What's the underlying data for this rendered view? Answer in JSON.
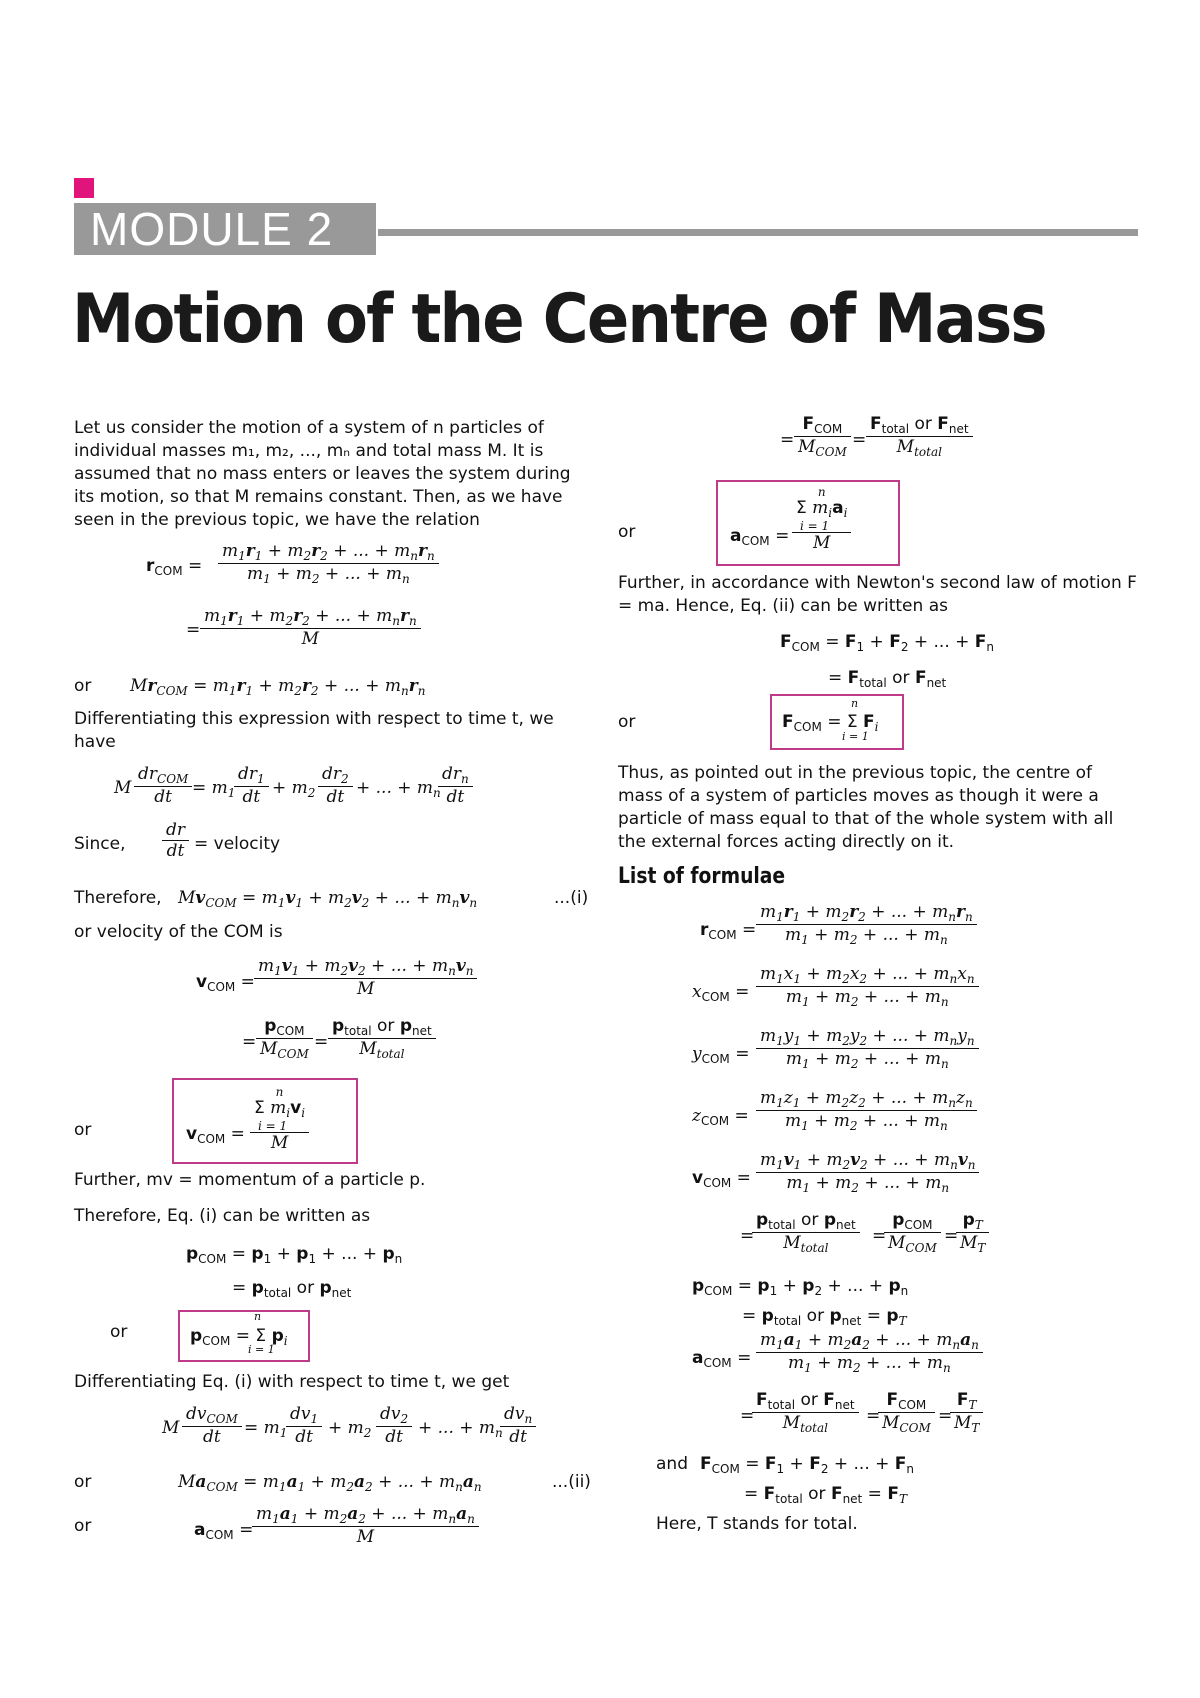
{
  "header": {
    "module": "MODULE 2",
    "title": "Motion of the Centre of Mass"
  },
  "left": {
    "intro": "Let us consider the motion of a system of n particles of individual masses m₁, m₂, ..., mₙ and total mass M. It is assumed that no mass enters or leaves the system during its motion, so that M remains constant. Then, as we have seen in the previous topic, we have the relation",
    "or": "or",
    "diff_text": "Differentiating this expression with respect to time t, we have",
    "since": "Since,",
    "velocity": "= velocity",
    "therefore": "Therefore,",
    "eq_i": "...(i)",
    "vcom_text": "or velocity of the COM is",
    "further_mv": "Further, mv = momentum of a particle p.",
    "therefore_eq": "Therefore, Eq. (i) can be written as",
    "diff_eq_i": "Differentiating Eq. (i) with respect to time t, we get",
    "eq_ii": "...(ii)"
  },
  "right": {
    "or": "or",
    "newton": "Further, in accordance with Newton's second law of motion F = ma. Hence, Eq. (ii) can be written as",
    "thus": "Thus, as pointed out in the previous topic, the centre of mass of a system of particles moves as though it were a particle of mass equal to that of the whole system with all the external forces acting directly on it.",
    "list_heading": "List of formulae",
    "and": "and",
    "here": "Here, T stands for total."
  },
  "colors": {
    "accent_pink": "#e0147a",
    "box_border": "#c03a8a",
    "module_gray": "#999999"
  }
}
